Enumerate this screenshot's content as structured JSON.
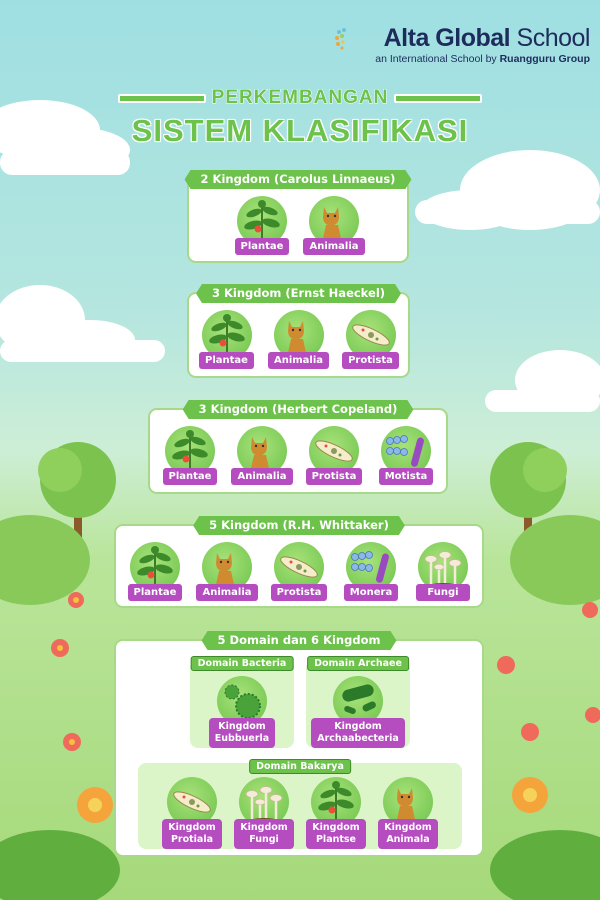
{
  "logo": {
    "brand_bold": "Alta Global",
    "brand_thin": "School",
    "tagline": "an International School by",
    "tagline_bold": "Ruangguru Group"
  },
  "title": {
    "line1": "PERKEMBANGAN",
    "line2": "SISTEM KLASIFIKASI"
  },
  "colors": {
    "green": "#6cc24a",
    "purple": "#b54dc0",
    "navy": "#1d2c5c"
  },
  "systems": [
    {
      "title": "2 Kingdom (Carolus Linnaeus)",
      "items": [
        {
          "label": "Plantae",
          "icon": "plant-icon"
        },
        {
          "label": "Animalia",
          "icon": "cat-icon"
        }
      ]
    },
    {
      "title": "3 Kingdom (Ernst Haeckel)",
      "items": [
        {
          "label": "Plantae",
          "icon": "plant-icon"
        },
        {
          "label": "Animalia",
          "icon": "cat-icon"
        },
        {
          "label": "Protista",
          "icon": "protist-icon"
        }
      ]
    },
    {
      "title": "3 Kingdom (Herbert Copeland)",
      "items": [
        {
          "label": "Plantae",
          "icon": "plant-icon"
        },
        {
          "label": "Animalia",
          "icon": "cat-icon"
        },
        {
          "label": "Protista",
          "icon": "protist-icon"
        },
        {
          "label": "Motista",
          "icon": "bacteria-icon"
        }
      ]
    },
    {
      "title": "5 Kingdom (R.H. Whittaker)",
      "items": [
        {
          "label": "Plantae",
          "icon": "plant-icon"
        },
        {
          "label": "Animalia",
          "icon": "cat-icon"
        },
        {
          "label": "Protista",
          "icon": "protist-icon"
        },
        {
          "label": "Monera",
          "icon": "bacteria-icon"
        },
        {
          "label": "Fungi",
          "icon": "mushroom-icon"
        }
      ]
    }
  ],
  "domains": {
    "title": "5 Domain dan 6 Kingdom",
    "bacteria": {
      "title": "Domain Bacteria",
      "items": [
        {
          "line1": "Kingdom",
          "line2": "Eubbuerla",
          "icon": "virus-icon"
        }
      ]
    },
    "archaea": {
      "title": "Domain Archaee",
      "items": [
        {
          "line1": "Kingdom",
          "line2": "Archaabecteria",
          "icon": "bacillus-icon"
        }
      ]
    },
    "eukarya": {
      "title": "Domain Bakarya",
      "items": [
        {
          "line1": "Kingdom",
          "line2": "Protiala",
          "icon": "protist-icon"
        },
        {
          "line1": "Kingdom",
          "line2": "Fungi",
          "icon": "mushroom-icon"
        },
        {
          "line1": "Kingdom",
          "line2": "Plantse",
          "icon": "plant-icon"
        },
        {
          "line1": "Kingdom",
          "line2": "Animala",
          "icon": "cat-icon"
        }
      ]
    }
  }
}
